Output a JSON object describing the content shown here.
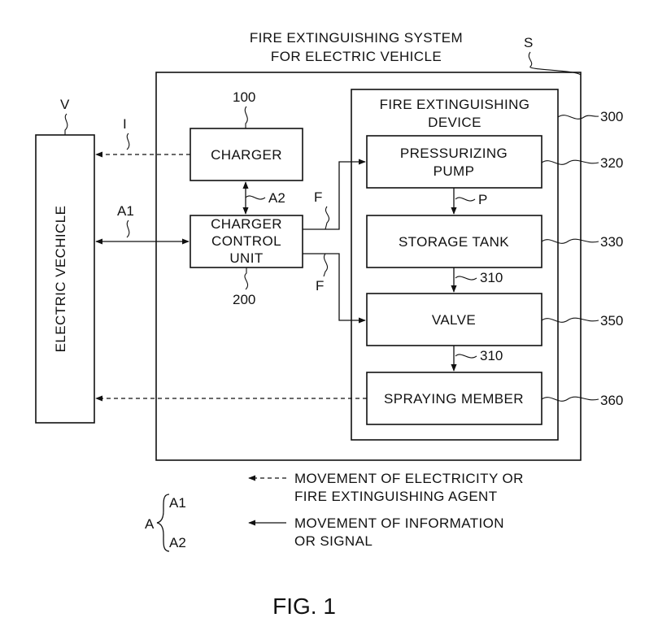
{
  "title": {
    "line1": "FIRE EXTINGUISHING SYSTEM",
    "line2": "FOR ELECTRIC VEHICLE"
  },
  "labels": {
    "system_ref": "S",
    "vehicle_ref": "V",
    "vehicle": "ELECTRIC VECHICLE",
    "charger": "CHARGER",
    "charger_ref": "100",
    "control_line1": "CHARGER",
    "control_line2": "CONTROL",
    "control_line3": "UNIT",
    "control_ref": "200",
    "device_line1": "FIRE EXTINGUISHING",
    "device_line2": "DEVICE",
    "device_ref": "300",
    "pump_line1": "PRESSURIZING",
    "pump_line2": "PUMP",
    "pump_ref": "320",
    "tank": "STORAGE TANK",
    "tank_ref": "330",
    "valve": "VALVE",
    "valve_ref": "350",
    "spray": "SPRAYING MEMBER",
    "spray_ref": "360"
  },
  "arrow_labels": {
    "I": "I",
    "A1": "A1",
    "A2": "A2",
    "F_top": "F",
    "F_bottom": "F",
    "P": "P",
    "pipe_1": "310",
    "pipe_2": "310"
  },
  "legend": {
    "dashed_line1": "MOVEMENT OF ELECTRICITY OR",
    "dashed_line2": "FIRE EXTINGUISHING AGENT",
    "solid_line1": "MOVEMENT OF INFORMATION",
    "solid_line2": "OR SIGNAL",
    "group_label": "A",
    "group_item1": "A1",
    "group_item2": "A2"
  },
  "figure_label": "FIG. 1"
}
